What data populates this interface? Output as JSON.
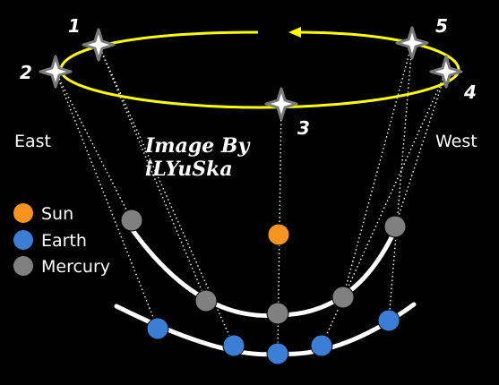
{
  "labels": {
    "east": "East",
    "west": "West"
  },
  "watermark": {
    "line1": "Image By",
    "line2": "iLYuSka"
  },
  "legend": [
    {
      "label": "Sun",
      "color": "#f7941d"
    },
    {
      "label": "Earth",
      "color": "#3a7fd5"
    },
    {
      "label": "Mercury",
      "color": "#808080"
    }
  ],
  "star_labels": [
    "1",
    "2",
    "3",
    "4",
    "5"
  ],
  "colors": {
    "orbit_ellipse": "#ffff00",
    "orbit_arcs": "#ffffff",
    "sight_lines": "#ffffff",
    "background": "#000000"
  }
}
